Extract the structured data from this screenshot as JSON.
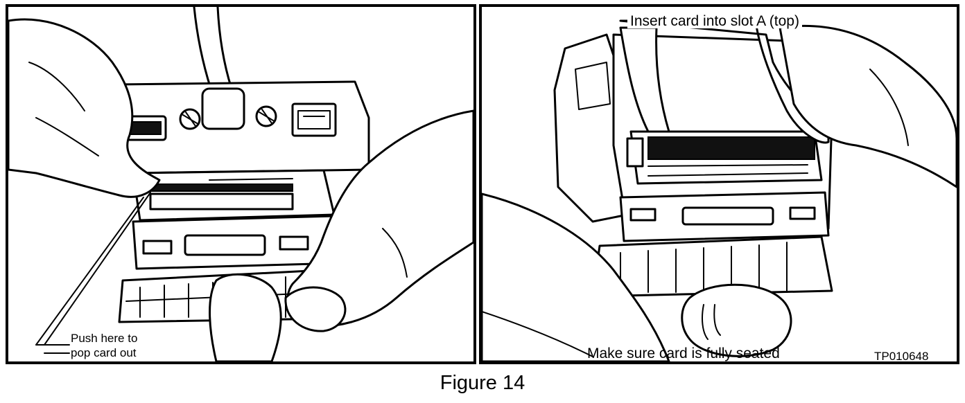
{
  "figure": {
    "caption": "Figure 14",
    "code": "TP010648"
  },
  "left_panel": {
    "callout_line1": "Push here to",
    "callout_line2": "pop card out"
  },
  "right_panel": {
    "callout_top": "Insert card into slot A (top)",
    "callout_bottom": "Make sure card is fully seated"
  }
}
